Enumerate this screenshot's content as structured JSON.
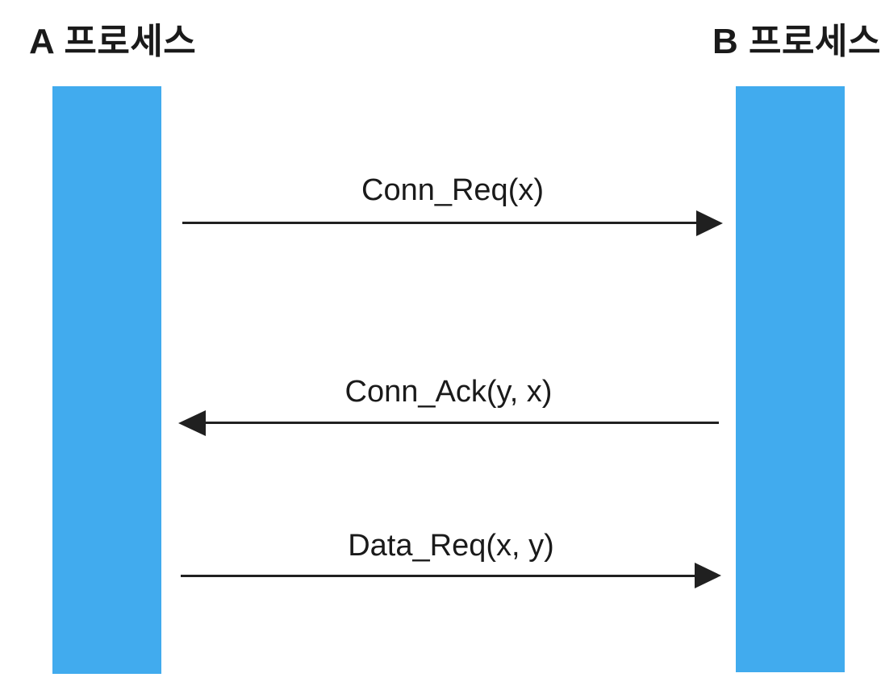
{
  "diagram": {
    "type": "sequence-diagram",
    "background_color": "#ffffff",
    "lifeline_color": "#41abee",
    "arrow_color": "#202020",
    "text_color": "#1a1a1a",
    "processes": [
      {
        "id": "A",
        "label": "A 프로세스"
      },
      {
        "id": "B",
        "label": "B 프로세스"
      }
    ],
    "messages": [
      {
        "label": "Conn_Req(x)",
        "from": "A",
        "to": "B",
        "direction": "right"
      },
      {
        "label": "Conn_Ack(y, x)",
        "from": "B",
        "to": "A",
        "direction": "left"
      },
      {
        "label": "Data_Req(x, y)",
        "from": "A",
        "to": "B",
        "direction": "right"
      }
    ],
    "icons": {
      "arrowhead_right": "filled-triangle-right",
      "arrowhead_left": "filled-triangle-left"
    }
  }
}
